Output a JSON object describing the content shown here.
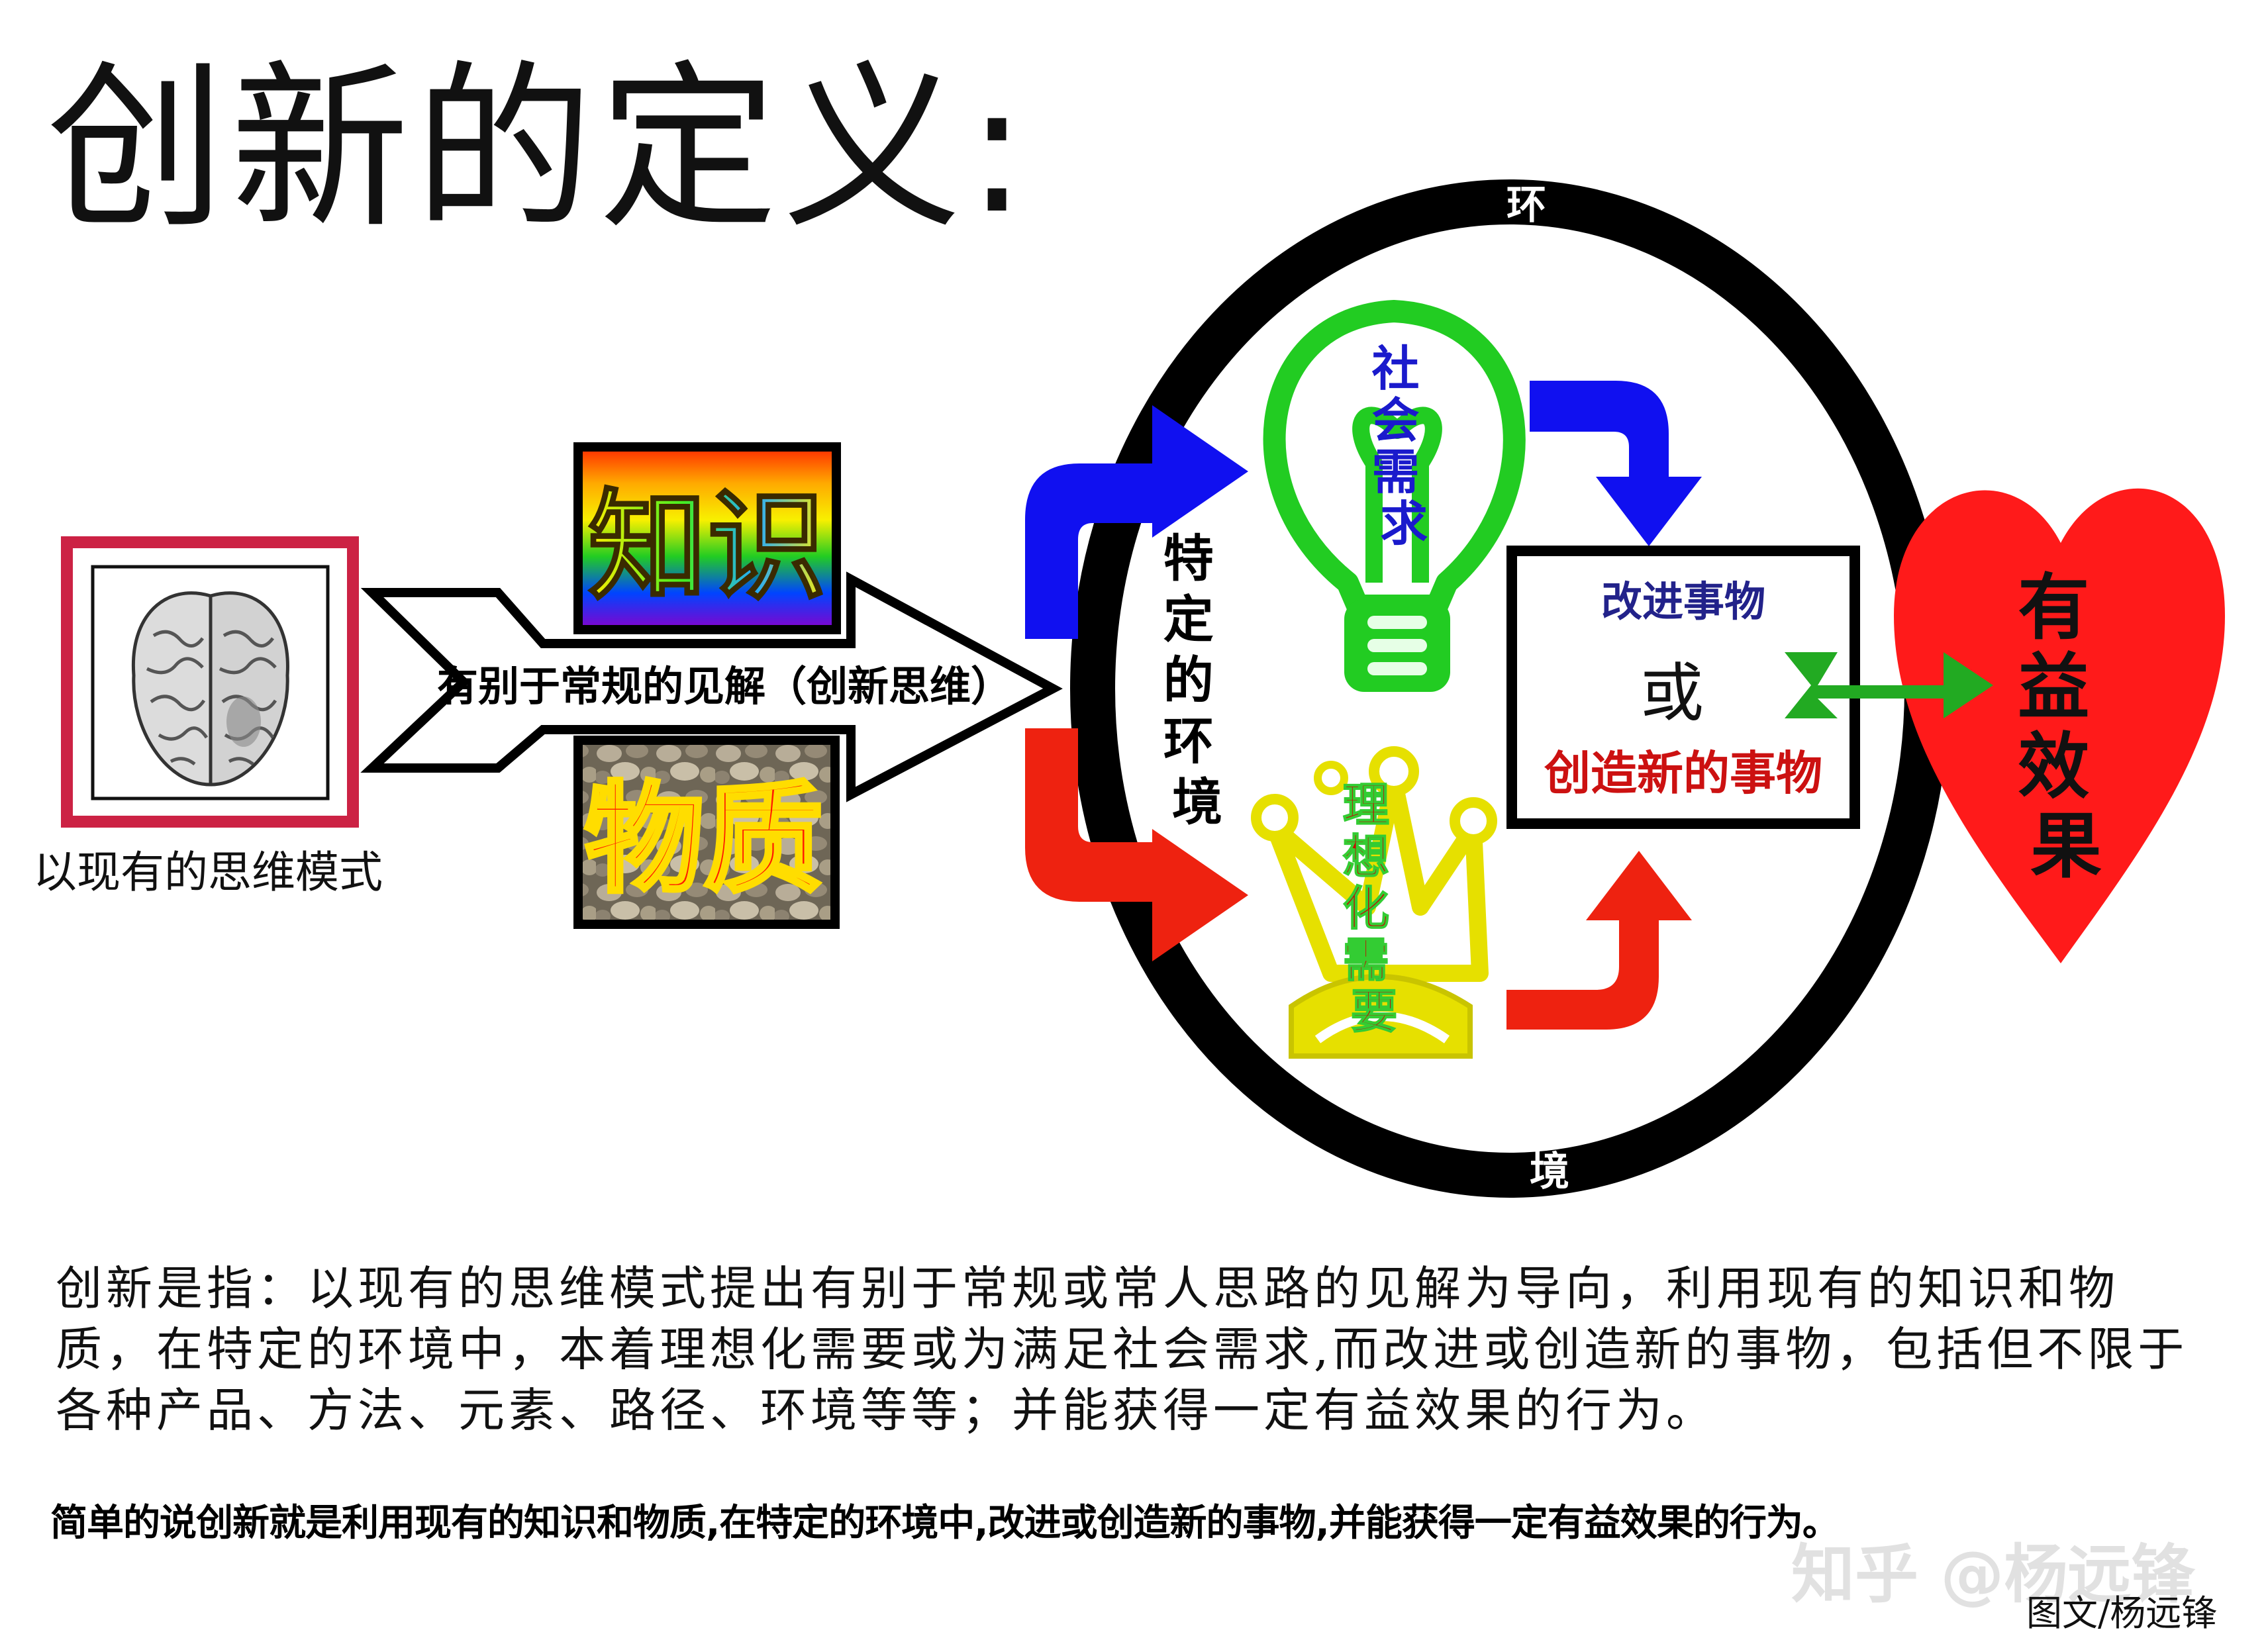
{
  "title": "创新的定义:",
  "brain_caption": "以现有的思维模式",
  "arrow_label": "有别于常规的见解（创新思维）",
  "knowledge_label": "知识",
  "material_label": "物质",
  "environment_top": "环",
  "environment_bottom": "境",
  "specific_environment": "特定的环境",
  "social_need": "社会需求",
  "idealized_need": "理想化需要",
  "result_box": {
    "line1": "改进事物",
    "line2": "或",
    "line3": "创造新的事物"
  },
  "benefit": "有益效果",
  "paragraph": "创新是指：以现有的思维模式提出有别于常规或常人思路的见解为导向，利用现有的知识和物质，在特定的环境中，本着理想化需要或为满足社会需求,而改进或创造新的事物，包括但不限于各种产品、方法、元素、路径、环境等等；并能获得一定有益效果的行为。",
  "summary": "简单的说创新就是利用现有的知识和物质,在特定的环境中,改进或创造新的事物,并能获得一定有益效果的行为。",
  "watermark": "知乎 @杨远锋",
  "credit": "图文/杨远锋",
  "colors": {
    "blue_arrow": "#1010f0",
    "red_arrow": "#ee2210",
    "green_arrow": "#22aa22",
    "heart": "#ff1a1a",
    "bulb_outline": "#22cc22",
    "crown": "#e6e000",
    "frame_red": "#cc2244",
    "social_text": "#1a1acc",
    "ideal_text": "#cc0000",
    "improve_text": "#22228a",
    "create_text": "#cc1111"
  }
}
